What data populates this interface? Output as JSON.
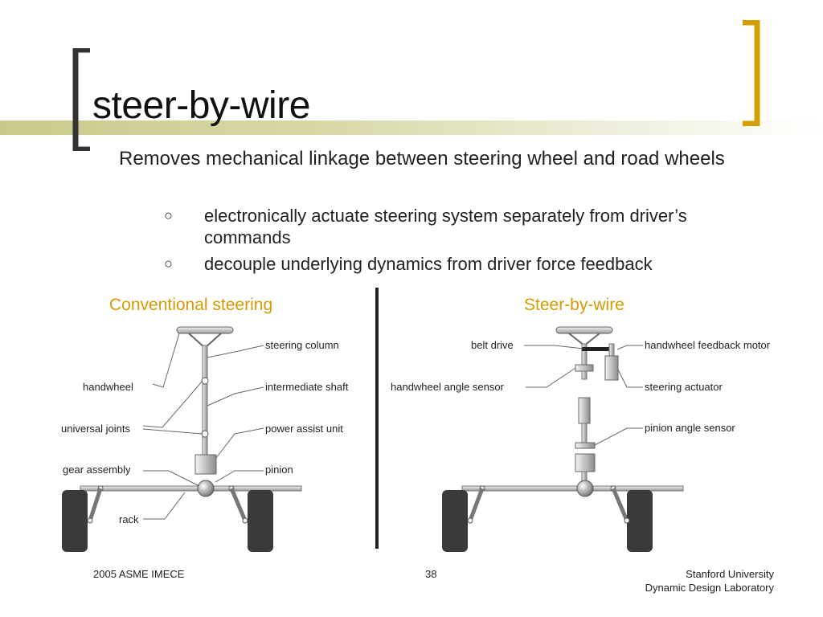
{
  "slide": {
    "title": "steer-by-wire",
    "main_point": "Removes mechanical linkage between steering wheel and road wheels",
    "sub_points": [
      "electronically actuate steering system separately from driver’s commands",
      "decouple underlying dynamics from driver force feedback"
    ],
    "bullet_marker": "○"
  },
  "left_diagram": {
    "title": "Conventional steering",
    "labels": {
      "steering_column": "steering column",
      "handwheel": "handwheel",
      "intermediate_shaft": "intermediate shaft",
      "universal_joints": "universal joints",
      "power_assist_unit": "power assist unit",
      "gear_assembly": "gear assembly",
      "pinion": "pinion",
      "rack": "rack"
    }
  },
  "right_diagram": {
    "title": "Steer-by-wire",
    "labels": {
      "belt_drive": "belt drive",
      "handwheel_feedback_motor": "handwheel feedback motor",
      "handwheel_angle_sensor": "handwheel angle sensor",
      "steering_actuator": "steering actuator",
      "pinion_angle_sensor": "pinion angle sensor"
    }
  },
  "footer": {
    "left": "2005 ASME IMECE",
    "page": "38",
    "org_line1": "Stanford University",
    "org_line2": "Dynamic Design Laboratory"
  },
  "colors": {
    "accent": "#d49a00",
    "bracket_left": "#333333",
    "bracket_right": "#d4a000",
    "title_bar": "#c9c98a"
  }
}
